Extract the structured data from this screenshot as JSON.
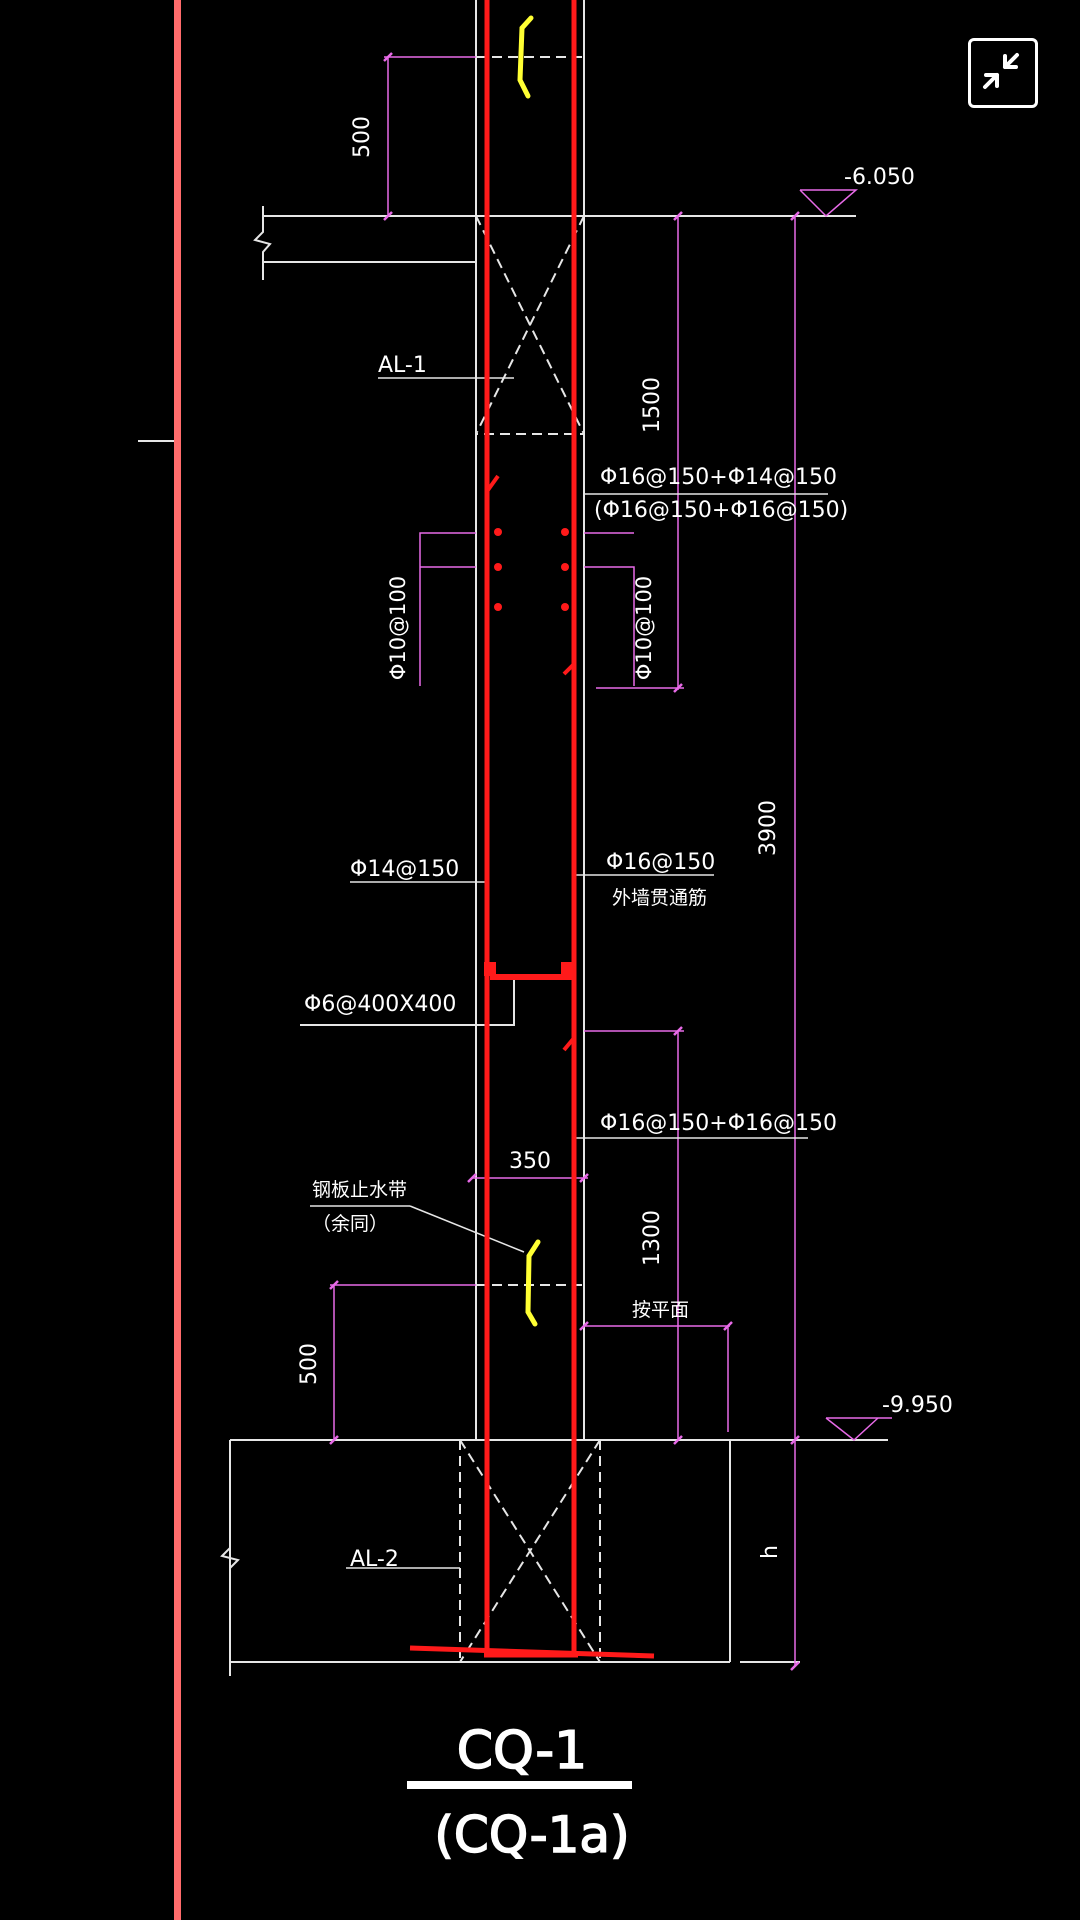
{
  "window": {
    "collapse_control": "collapse-arrows-icon"
  },
  "colors": {
    "background": "#000000",
    "rebar": "#ff1a1a",
    "outline": "#e6e6e6",
    "dimension": "#e76ae7",
    "waterstop": "#ffff33",
    "left_bar": "#ff6b6b",
    "text": "#ffffff"
  },
  "dimensions": {
    "dim_500_top": "500",
    "dim_1500": "1500",
    "dim_3900": "3900",
    "dim_1300": "1300",
    "dim_500_bottom": "500",
    "dim_350": "350",
    "dim_h": "h",
    "dim_phi10_left": "Φ10@100",
    "dim_phi10_right": "Φ10@100"
  },
  "elevations": {
    "top": "-6.050",
    "bottom": "-9.950"
  },
  "labels": {
    "al1": "AL-1",
    "al2": "AL-2",
    "rebar_upper_1": "Φ16@150+Φ14@150",
    "rebar_upper_2": "(Φ16@150+Φ16@150)",
    "rebar_inner": "Φ14@150",
    "rebar_outer": "Φ16@150",
    "outer_wall_through": "外墙贯通筋",
    "tie": "Φ6@400X400",
    "rebar_lower": "Φ16@150+Φ16@150",
    "waterstop_1": "钢板止水带",
    "waterstop_2": "（余同）",
    "flat_face": "按平面"
  },
  "title": {
    "main": "CQ-1",
    "sub": "(CQ-1a)"
  }
}
